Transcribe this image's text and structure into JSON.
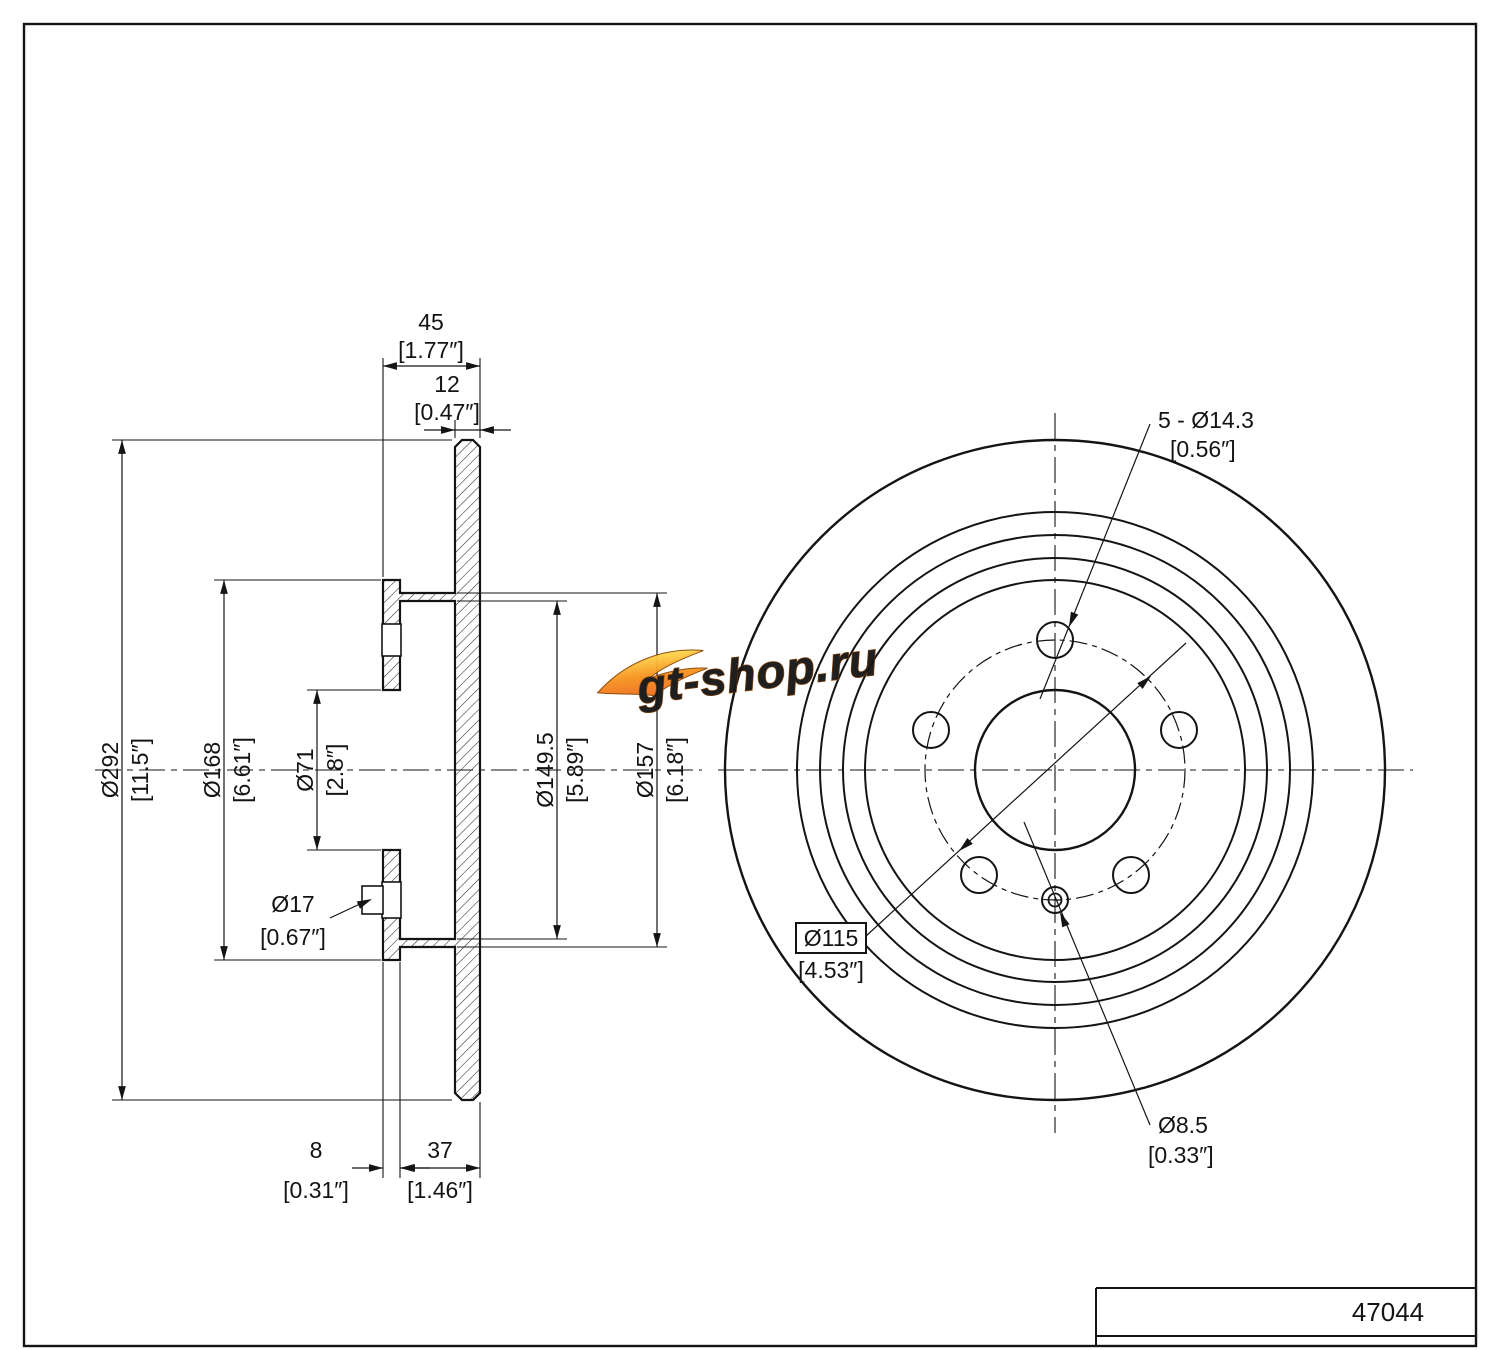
{
  "watermark": {
    "text": "gt-shop.ru"
  },
  "title_block": {
    "part_number": "47044"
  },
  "section_view": {
    "dim_45": {
      "mm": "45",
      "inch": "[1.77″]"
    },
    "dim_12": {
      "mm": "12",
      "inch": "[0.47″]"
    },
    "dim_d292": {
      "mm": "Ø292",
      "inch": "[11.5″]"
    },
    "dim_d168": {
      "mm": "Ø168",
      "inch": "[6.61″]"
    },
    "dim_d71": {
      "mm": "Ø71",
      "inch": "[2.8″]"
    },
    "dim_d17": {
      "mm": "Ø17",
      "inch": "[0.67″]"
    },
    "dim_d149_5": {
      "mm": "Ø149.5",
      "inch": "[5.89″]"
    },
    "dim_d157": {
      "mm": "Ø157",
      "inch": "[6.18″]"
    },
    "dim_8": {
      "mm": "8",
      "inch": "[0.31″]"
    },
    "dim_37": {
      "mm": "37",
      "inch": "[1.46″]"
    }
  },
  "front_view": {
    "dim_bolt_holes": {
      "mm": "5 - Ø14.3",
      "inch": "[0.56″]"
    },
    "dim_bolt_circle": {
      "mm": "Ø115",
      "inch": "[4.53″]"
    },
    "dim_screw_hole": {
      "mm": "Ø8.5",
      "inch": "[0.33″]"
    }
  }
}
